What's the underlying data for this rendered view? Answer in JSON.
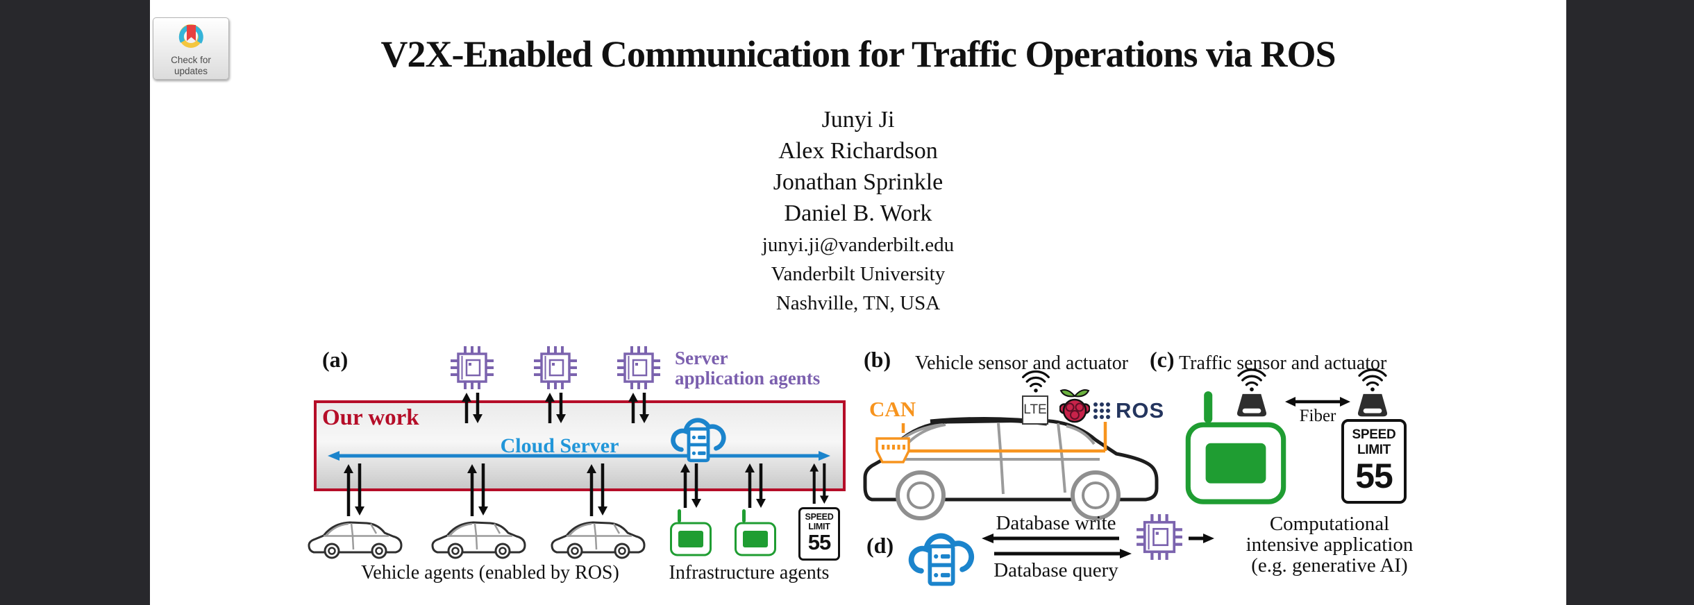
{
  "badge": {
    "line1": "Check for",
    "line2": "updates"
  },
  "title": "V2X-Enabled Communication for Traffic Operations via ROS",
  "authors": {
    "names": [
      "Junyi Ji",
      "Alex Richardson",
      "Jonathan Sprinkle",
      "Daniel B. Work"
    ],
    "email": "junyi.ji@vanderbilt.edu",
    "affiliation": "Vanderbilt University",
    "location": "Nashville, TN, USA"
  },
  "fig": {
    "a": {
      "label": "(a)",
      "agents1": "Server",
      "agents2": "application agents",
      "our_work": "Our work",
      "cloud_server": "Cloud Server",
      "vehicle_caption": "Vehicle agents (enabled by ROS)",
      "infra_caption": "Infrastructure agents"
    },
    "b": {
      "label": "(b)",
      "caption": "Vehicle sensor and actuator",
      "can": "CAN",
      "lte": "LTE",
      "ros": "ROS"
    },
    "c": {
      "label": "(c)",
      "caption": "Traffic sensor and actuator",
      "fiber": "Fiber"
    },
    "d": {
      "label": "(d)",
      "db_write": "Database write",
      "db_query": "Database query",
      "app1": "Computational",
      "app2": "intensive application",
      "app3": "(e.g. generative AI)"
    }
  },
  "sign": {
    "l1": "SPEED",
    "l2": "LIMIT",
    "value": "55"
  },
  "icons": {
    "chip": "cpu-chip outline with pins",
    "cloud_server": "cloud with server rack",
    "car": "car side outline",
    "rsu": "green roadside unit with antenna",
    "wifi": "wifi arcs",
    "router": "black access point trapezoid",
    "raspberry_pi": "raspberry with leaves",
    "ros_dots": "3x3 dot grid",
    "obd": "orange OBD-II connector",
    "check_updates": "crossmark bookmark ring"
  },
  "colors": {
    "side_bars": "#28282c",
    "crimson": "#b50d28",
    "purple": "#7b63ae",
    "blue_icon": "#1b84cc",
    "blue_text": "#2196d9",
    "green": "#1f9d32",
    "orange": "#f7941e",
    "ros_navy": "#24355e",
    "raspberry_red": "#c8234a",
    "leaf_green": "#6cb33f"
  }
}
